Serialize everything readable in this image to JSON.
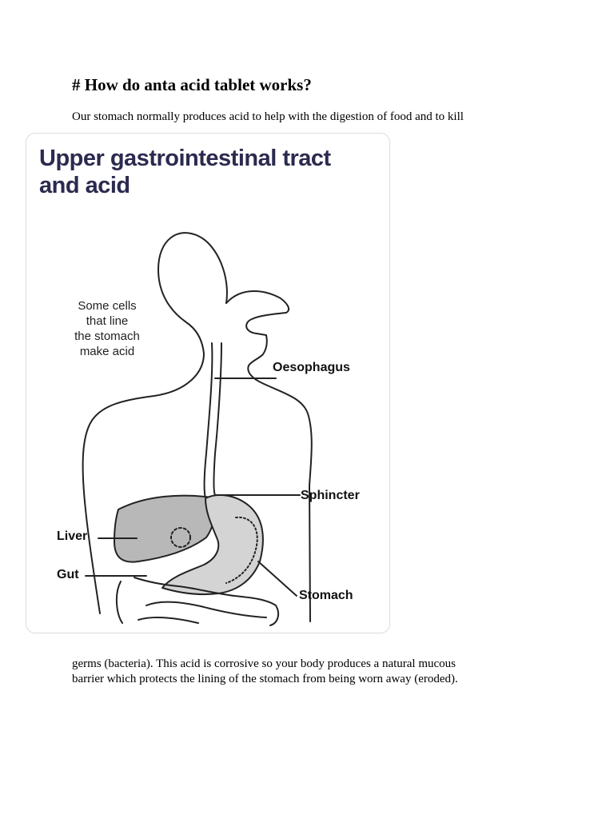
{
  "document": {
    "heading": "# How do anta acid tablet works?",
    "paragraph_1": "Our stomach normally produces acid to help with the digestion of food and to kill",
    "paragraph_2_line_1": "germs (bacteria). This acid is corrosive so your body produces a natural mucous",
    "paragraph_2_line_2": "barrier which protects the lining of the stomach from being worn away (eroded)."
  },
  "figure": {
    "title_line_1": "Upper gastrointestinal tract",
    "title_line_2": "and acid",
    "note_lines": [
      "Some cells",
      "that line",
      "the stomach",
      "make acid"
    ],
    "labels": {
      "oesophagus": "Oesophagus",
      "sphincter": "Sphincter",
      "liver": "Liver",
      "gut": "Gut",
      "stomach": "Stomach"
    },
    "colors": {
      "title": "#2b2a4f",
      "liver_fill": "#b8b8b8",
      "stomach_fill": "#d4d4d4"
    }
  }
}
